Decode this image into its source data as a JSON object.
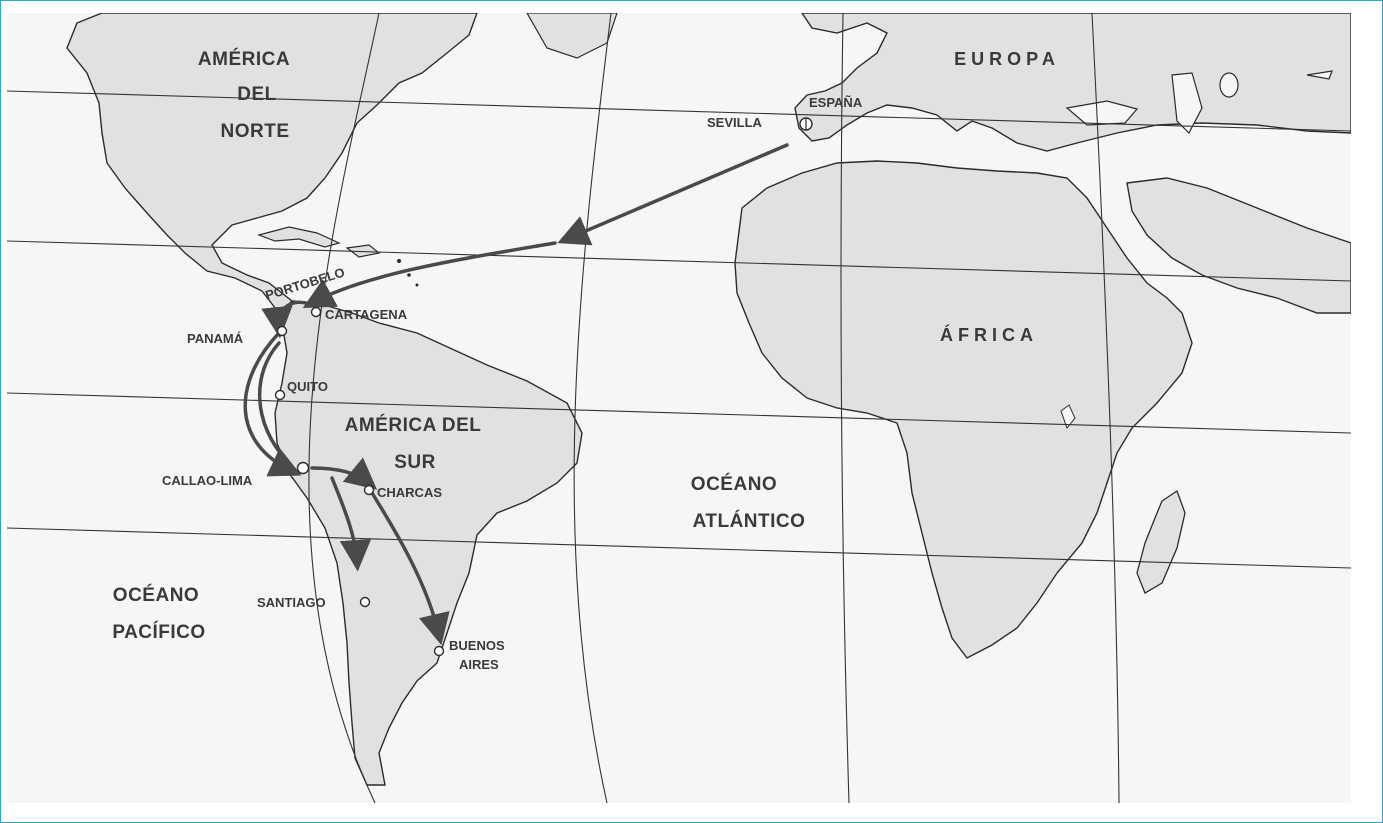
{
  "labels": {
    "north_america": [
      "AMÉRICA",
      "DEL",
      "NORTE"
    ],
    "europe": "EUROPA",
    "africa": "ÁFRICA",
    "south_america": [
      "AMÉRICA DEL",
      "SUR"
    ],
    "atlantic": [
      "OCÉANO",
      "ATLÁNTICO"
    ],
    "pacific": [
      "OCÉANO",
      "PACÍFICO"
    ]
  },
  "cities": {
    "espana": "ESPAÑA",
    "sevilla": "SEVILLA",
    "portobelo": "PORTOBELO",
    "cartagena": "CARTAGENA",
    "panama": "PANAMÁ",
    "quito": "QUITO",
    "callao_lima": "CALLAO-LIMA",
    "charcas": "CHARCAS",
    "santiago": "SANTIAGO",
    "buenos_aires": [
      "BUENOS",
      "AIRES"
    ]
  },
  "colors": {
    "land": "#e1e1e1",
    "sea": "#f6f6f6",
    "coast": "#2b2b2b",
    "route": "#4a4a4a",
    "frame": "#2aa8c8"
  }
}
